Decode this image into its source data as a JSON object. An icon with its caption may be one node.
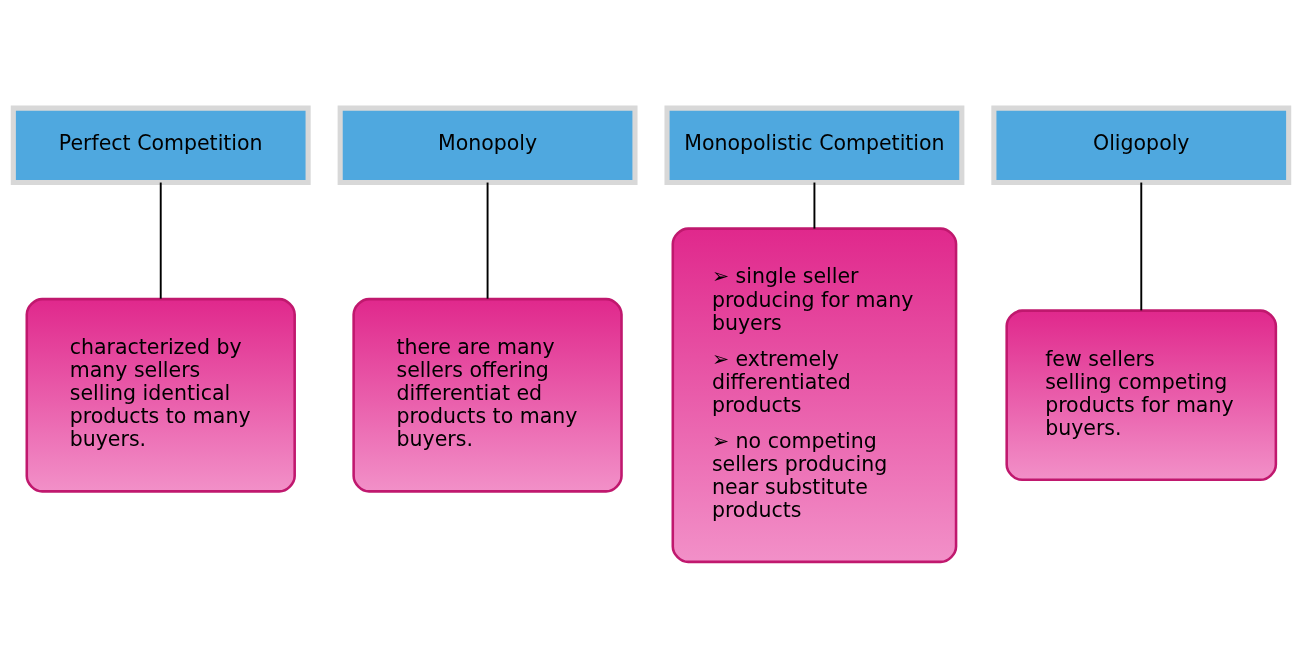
{
  "diagram": {
    "nodes": [
      {
        "text": [
          "Perfect Competition"
        ]
      },
      {
        "text": [
          "characterized by many sellers selling identical products to many buyers."
        ]
      },
      {
        "text": [
          "Monopoly"
        ]
      },
      {
        "text": [
          "there are many sellers offering differentiat ed products to many buyers."
        ]
      },
      {
        "text": [
          "Monopolistic Competition"
        ]
      },
      {
        "text": [
          "➢ single seller producing for many buyers",
          "➢ extremely differentiated products",
          "➢ no competing sellers producing near substitute products"
        ]
      },
      {
        "text": [
          "Oligopoly"
        ]
      },
      {
        "text": [
          "few sellers selling competing products for many buyers."
        ]
      }
    ],
    "edges": [
      {
        "from": 0,
        "to": 1,
        "arrow": "none"
      },
      {
        "from": 2,
        "to": 3,
        "arrow": "none"
      },
      {
        "from": 4,
        "to": 5,
        "arrow": "none"
      },
      {
        "from": 6,
        "to": 7,
        "arrow": "none"
      }
    ]
  }
}
